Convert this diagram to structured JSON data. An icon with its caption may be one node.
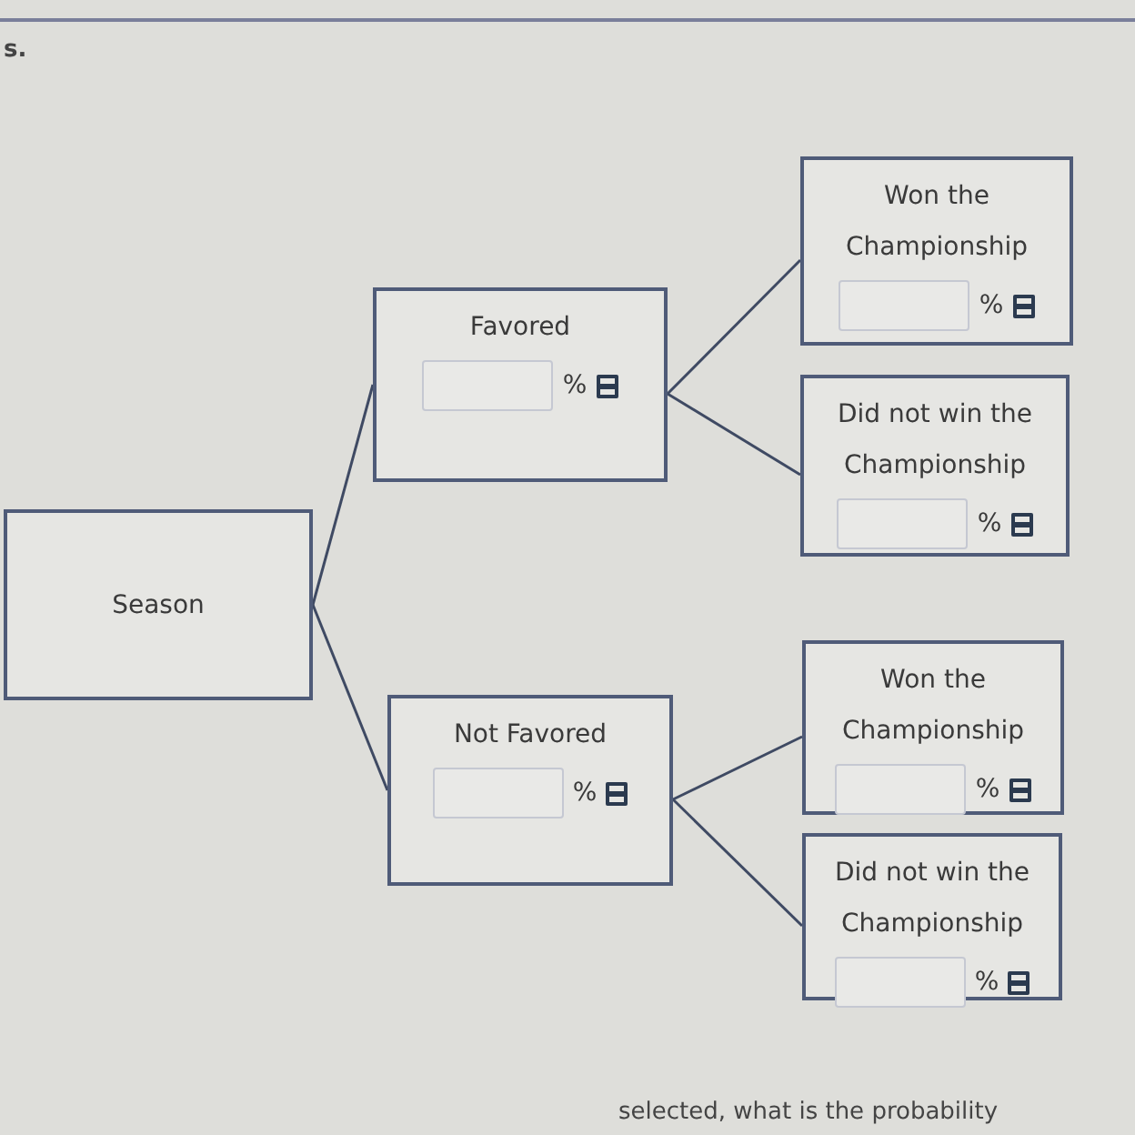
{
  "diagram": {
    "nodes": [
      {
        "text": [
          "Season"
        ]
      },
      {
        "text": [
          "Favored",
          "%"
        ]
      },
      {
        "text": [
          "Won the Championship",
          "%"
        ]
      },
      {
        "text": [
          "Did not win the Championship",
          "%"
        ]
      },
      {
        "text": [
          "Not Favored",
          "%"
        ]
      },
      {
        "text": [
          "Won the Championship",
          "%"
        ]
      },
      {
        "text": [
          "Did not win the Championship",
          "%"
        ]
      }
    ],
    "edges": [
      {
        "from": 0,
        "to": 1,
        "arrow": "none"
      },
      {
        "from": 0,
        "to": 4,
        "arrow": "none"
      },
      {
        "from": 1,
        "to": 2,
        "arrow": "none"
      },
      {
        "from": 1,
        "to": 3,
        "arrow": "none"
      },
      {
        "from": 4,
        "to": 5,
        "arrow": "none"
      },
      {
        "from": 4,
        "to": 6,
        "arrow": "none"
      }
    ],
    "labels": [
      "s.",
      "selected, what is the probability"
    ]
  }
}
